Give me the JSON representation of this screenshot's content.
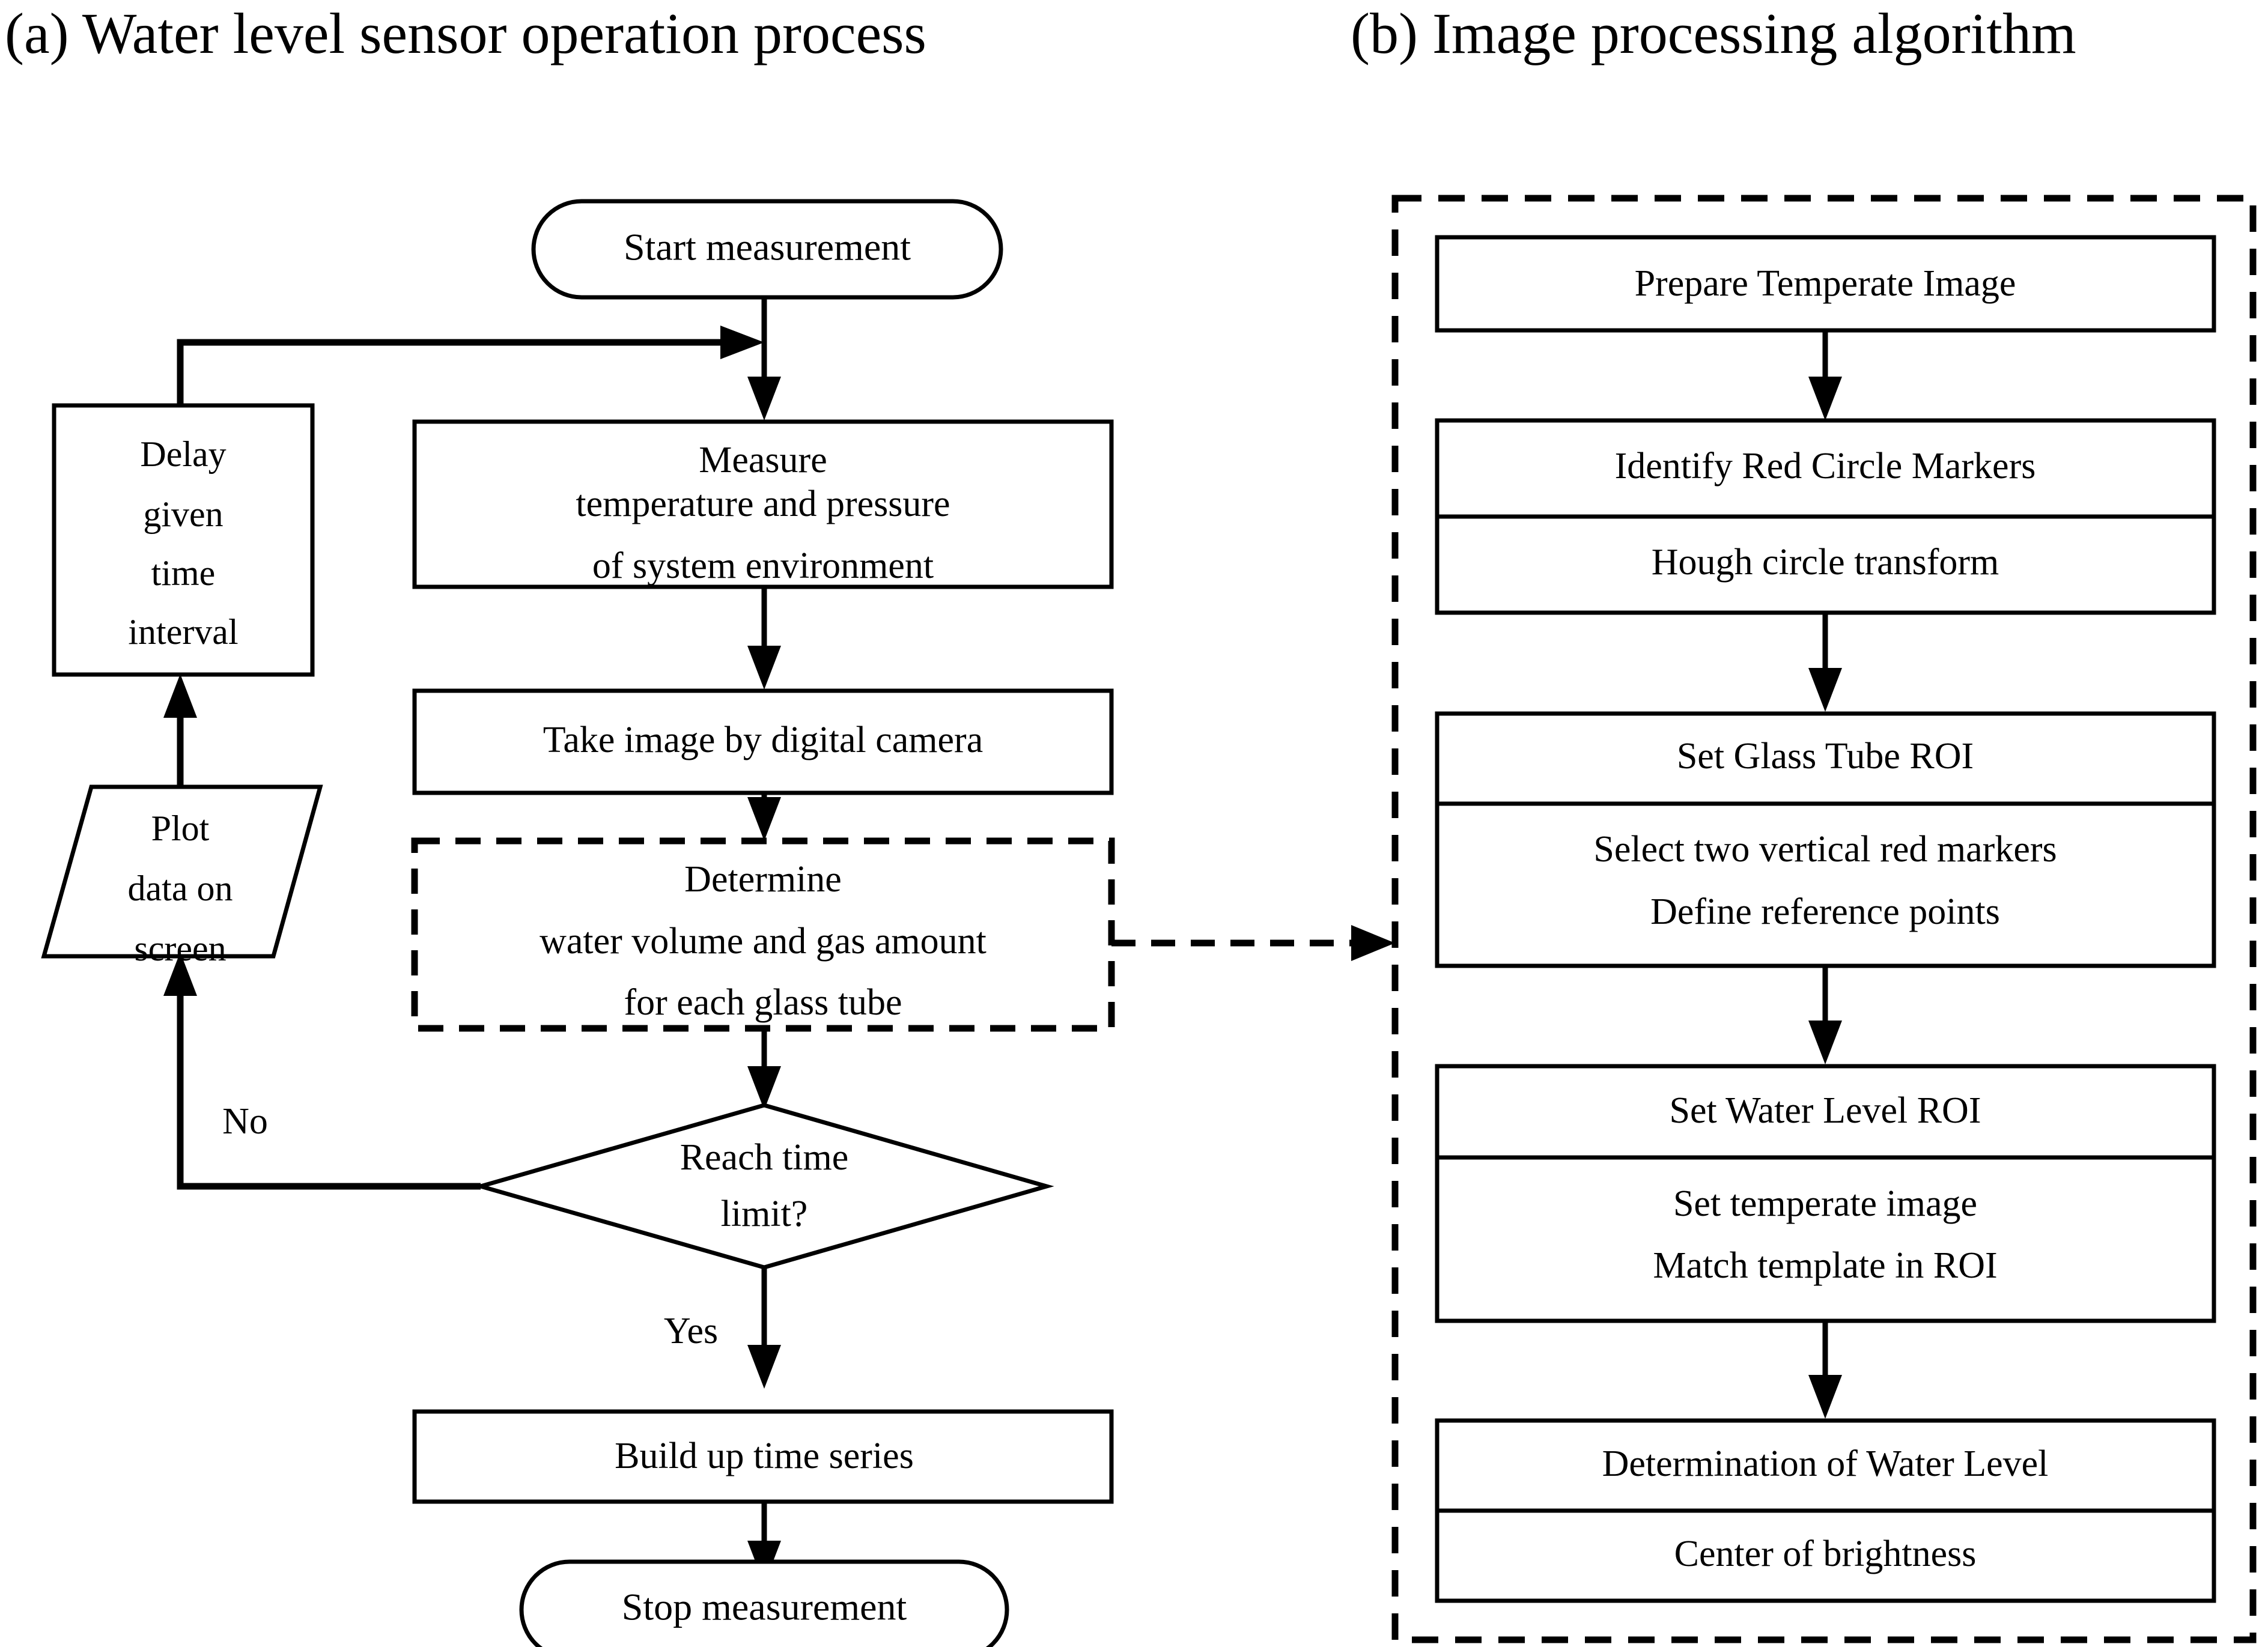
{
  "panels": {
    "a": {
      "label": "(a)",
      "title": "(a)  Water level sensor operation process",
      "nodes": {
        "start": "Start measurement",
        "measure_line1": "Measure",
        "measure_line2": "temperature and pressure",
        "measure_line3": "of system environment",
        "take_image": "Take image by digital camera",
        "determine_line1": "Determine",
        "determine_line2": "water volume and gas amount",
        "determine_line3": "for each glass tube",
        "decision_line1": "Reach time",
        "decision_line2": "limit?",
        "build_series": "Build up time series",
        "stop": "Stop measurement",
        "delay_line1": "Delay",
        "delay_line2": "given",
        "delay_line3": "time",
        "delay_line4": "interval",
        "plot_line1": "Plot",
        "plot_line2": "data on",
        "plot_line3": "screen"
      },
      "edge_labels": {
        "no": "No",
        "yes": "Yes"
      }
    },
    "b": {
      "label": "(b)",
      "title": "(b)   Image processing algorithm",
      "nodes": {
        "prepare": "Prepare Temperate Image",
        "identify_head": "Identify Red Circle Markers",
        "identify_sub": "Hough circle transform",
        "glass_roi_head": "Set Glass Tube ROI",
        "glass_roi_sub1": "Select two vertical red markers",
        "glass_roi_sub2": "Define reference points",
        "water_roi_head": "Set Water Level ROI",
        "water_roi_sub1": "Set temperate image",
        "water_roi_sub2": "Match template in ROI",
        "determination_head": "Determination of Water Level",
        "determination_sub": "Center of brightness"
      }
    }
  },
  "colors": {
    "stroke": "#000000",
    "fill": "#ffffff",
    "background": "#ffffff"
  }
}
